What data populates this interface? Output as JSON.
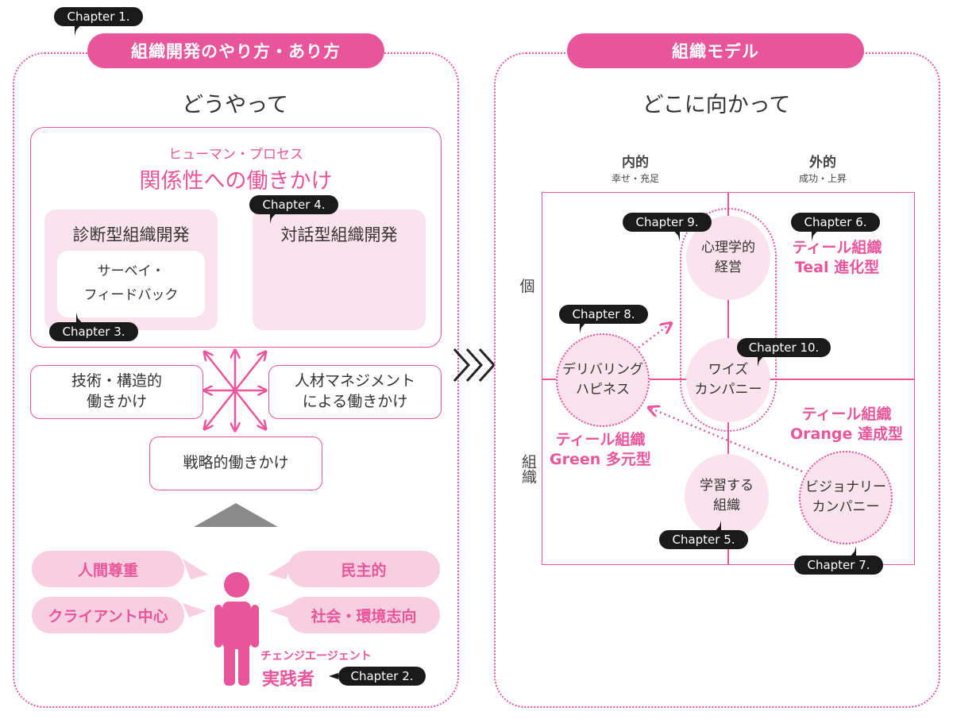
{
  "left": {
    "chapter_tag": "Chapter 1.",
    "title": "組織開発のやり方・あり方",
    "heading": "どうやって",
    "process": {
      "sublabel": "ヒューマン・プロセス",
      "label": "関係性への働きかけ",
      "diagnostic": "診断型組織開発",
      "survey_line1": "サーベイ・",
      "survey_line2": "フィードバック",
      "chapter3": "Chapter 3.",
      "dialogic": "対話型組織開発",
      "chapter4": "Chapter 4."
    },
    "tech_line1": "技術・構造的",
    "tech_line2": "働きかけ",
    "hr_line1": "人材マネジメント",
    "hr_line2": "による働きかけ",
    "strategy": "戦略的働きかけ",
    "values": [
      "人間尊重",
      "民主的",
      "クライアント中心",
      "社会・環境志向"
    ],
    "agent_sub": "チェンジエージェント",
    "agent_main": "実践者",
    "chapter2": "Chapter 2."
  },
  "right": {
    "title": "組織モデル",
    "heading": "どこに向かって",
    "col1_head": "内的",
    "col1_sub": "幸せ・充足",
    "col2_head": "外的",
    "col2_sub": "成功・上昇",
    "row1": "個",
    "row2": "組織",
    "circles": {
      "psych_line1": "心理学的",
      "psych_line2": "経営",
      "wise_line1": "ワイズ",
      "wise_line2": "カンパニー",
      "deliv_line1": "デリバリング",
      "deliv_line2": "ハピネス",
      "learn_line1": "学習する",
      "learn_line2": "組織",
      "vision_line1": "ビジョナリー",
      "vision_line2": "カンパニー"
    },
    "chapters": {
      "c9": "Chapter 9.",
      "c6": "Chapter 6.",
      "c8": "Chapter 8.",
      "c10": "Chapter 10.",
      "c5": "Chapter 5.",
      "c7": "Chapter 7."
    },
    "teal_line1": "ティール組織",
    "teal_line2": "Teal 進化型",
    "orange_line1": "ティール組織",
    "orange_line2": "Orange 達成型",
    "green_line1": "ティール組織",
    "green_line2": "Green 多元型"
  },
  "colors": {
    "accent": "#e9559b",
    "fill": "#fbe3ee",
    "pill": "#f8cfe0",
    "tag": "#1a1a1a"
  }
}
